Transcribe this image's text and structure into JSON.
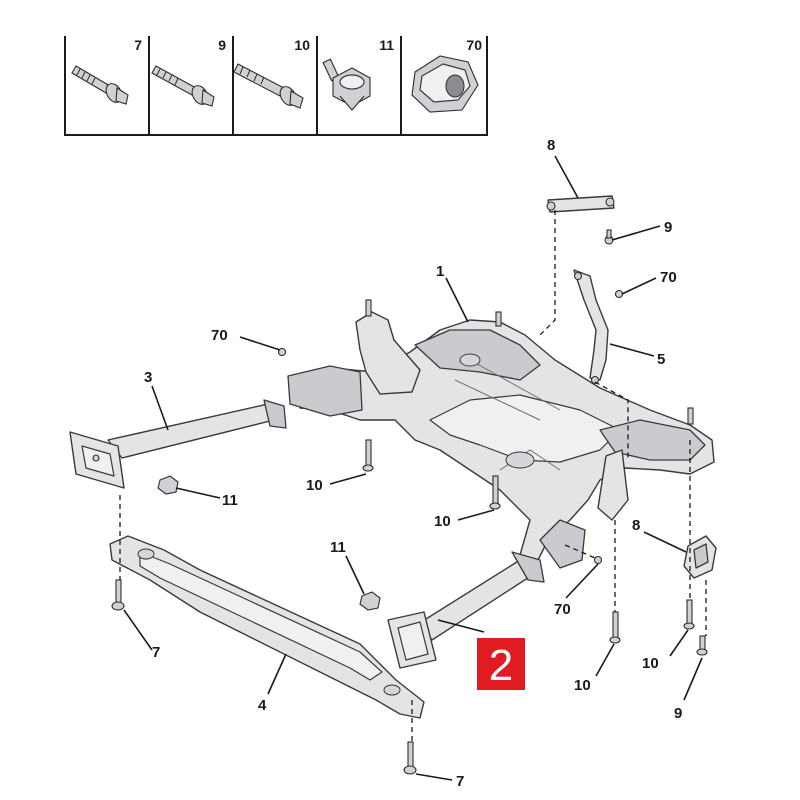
{
  "fastener_key": [
    "7",
    "9",
    "10",
    "11",
    "70"
  ],
  "callouts": {
    "c1": "1",
    "c3": "3",
    "c4": "4",
    "c5": "5",
    "c8_top": "8",
    "c8_right": "8",
    "c9_top": "9",
    "c9_bottom": "9",
    "c70_top": "70",
    "c70_left": "70",
    "c70_bottom": "70",
    "c10_a": "10",
    "c10_b": "10",
    "c10_c": "10",
    "c10_d": "10",
    "c11_left": "11",
    "c11_mid": "11",
    "c7_left": "7",
    "c7_bottom": "7"
  },
  "badge": {
    "label": "2",
    "color": "#e11b22"
  }
}
